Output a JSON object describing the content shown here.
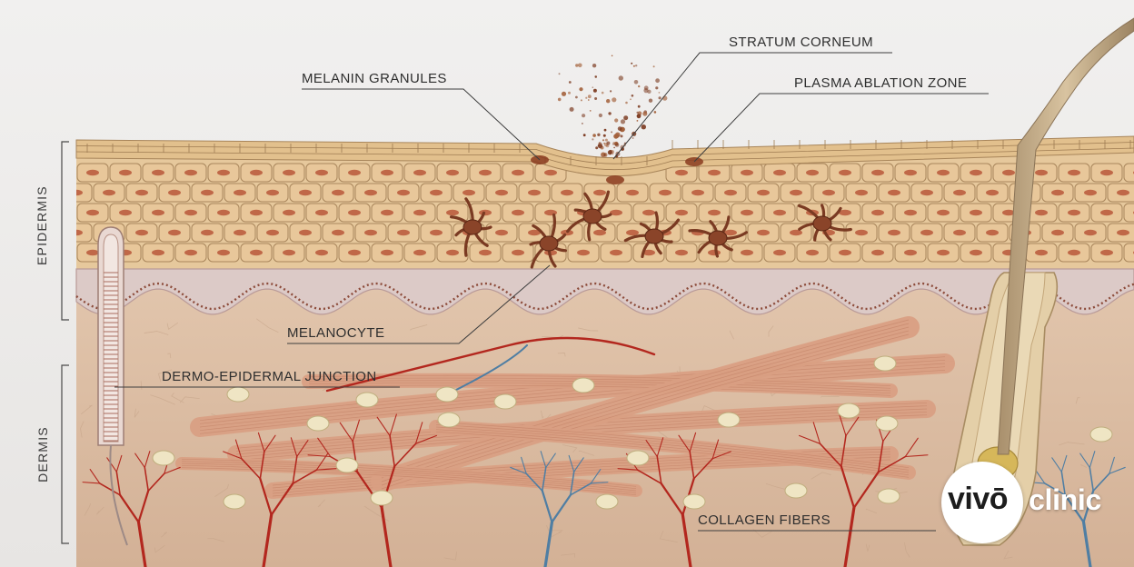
{
  "labels": {
    "stratum_corneum": "STRATUM CORNEUM",
    "melanin_granules": "MELANIN GRANULES",
    "plasma_ablation_zone": "PLASMA ABLATION ZONE",
    "melanocyte": "MELANOCYTE",
    "dermo_epidermal_junction": "DERMO-EPIDERMAL JUNCTION",
    "collagen_fibers": "COLLAGEN FIBERS"
  },
  "side_labels": {
    "epidermis": "EPIDERMIS",
    "dermis": "DERMIS"
  },
  "logo": {
    "part1": "vivō",
    "part2": "clinic"
  },
  "colors": {
    "background": "#ecebea",
    "corneum": "#e3c391",
    "epidermis_cell": "#e8c79a",
    "nucleus": "#b8573a",
    "junction": "#d7c2bf",
    "dermis": "#dcc0a6",
    "collagen": "#d99e82",
    "vessel_red": "#b3271e",
    "vessel_blue": "#4f7ea3",
    "melanocyte": "#7a3a22",
    "fat_cell": "#efe5c4"
  }
}
